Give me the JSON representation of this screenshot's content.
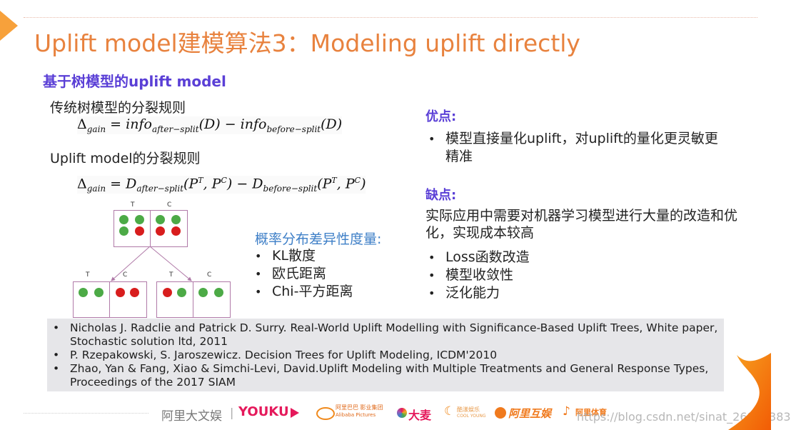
{
  "header": {
    "title": "Uplift model建模算法3：Modeling uplift directly",
    "subtitle": "基于树模型的uplift model"
  },
  "left": {
    "traditional_label": "传统树模型的分裂规则",
    "traditional_formula": {
      "lhs": "Δ",
      "lhs_sub": "gain",
      "eq": " = info",
      "sub1": "after−split",
      "mid": "(D) − info",
      "sub2": "before−split",
      "end": "(D)"
    },
    "uplift_label": "Uplift model的分裂规则",
    "uplift_formula": {
      "lhs": "Δ",
      "lhs_sub": "gain",
      "eq": " = D",
      "sub1": "after−split",
      "args1_open": "(P",
      "supT": "T",
      "comma": ", P",
      "supC": "C",
      "mid": ") − D",
      "sub2": "before−split",
      "end": ")"
    },
    "tree": {
      "root": {
        "labels": [
          "T",
          "C"
        ],
        "T": [
          "g",
          "g",
          "g",
          "r"
        ],
        "C": [
          "g",
          "g",
          "r",
          "r"
        ]
      },
      "left_child": {
        "labels": [
          "T",
          "C"
        ],
        "T": [
          "g",
          "g"
        ],
        "C": [
          "r",
          "r"
        ]
      },
      "right_child": {
        "labels": [
          "T",
          "C"
        ],
        "T": [
          "r",
          "g"
        ],
        "C": [
          "g",
          "g"
        ]
      },
      "colors": {
        "green": "#4caa46",
        "red": "#d81d1d",
        "border": "#b07aa8"
      }
    },
    "measures": {
      "title": "概率分布差异性度量:",
      "items": [
        "KL散度",
        "欧氏距离",
        "Chi-平方距离"
      ]
    }
  },
  "right": {
    "pros_label": "优点:",
    "pros_items": [
      "模型直接量化uplift，对uplift的量化更灵敏更精准"
    ],
    "cons_label": "缺点:",
    "cons_text": "实际应用中需要对机器学习模型进行大量的改造和优化，实现成本较高",
    "cons_items": [
      "Loss函数改造",
      "模型收敛性",
      "泛化能力"
    ]
  },
  "references": [
    "Nicholas J. Radclie and Patrick D. Surry. Real-World Uplift Modelling with Significance-Based Uplift Trees, White paper, Stochastic solution ltd, 2011",
    "P. Rzepakowski, S. Jaroszewicz. Decision Trees for Uplift Modeling, ICDM'2010",
    "Zhao, Yan & Fang, Xiao & Simchi-Levi, David.Uplift Modeling with Multiple Treatments and General Response Types, Proceedings of the 2017 SIAM"
  ],
  "footer": {
    "brand": "阿里大文娱",
    "separator": "|",
    "logos": [
      "YOUKU",
      "阿里巴巴影业集团 Alibaba Pictures",
      "大麦",
      "酷漾娱乐 COOL YOUNG",
      "阿里互娱",
      "阿里体育"
    ],
    "youku": "YOUKU",
    "alibaba_pictures_cn": "阿里巴巴 影业集团",
    "alibaba_pictures_en": "Alibaba Pictures",
    "damai": "大麦",
    "coolyoung_cn": "酷漾娱乐",
    "coolyoung_en": "COOL YOUNG",
    "hy": "阿里互娱",
    "sports": "阿里体育",
    "watermark": "https://blog.csdn.net/sinat_26917383"
  },
  "colors": {
    "title": "#e8823e",
    "subtitle": "#5a3fd6",
    "measure_title": "#3e7fc7",
    "accent_orange": "#f7a13b",
    "refs_bg": "#e6e6e9"
  }
}
